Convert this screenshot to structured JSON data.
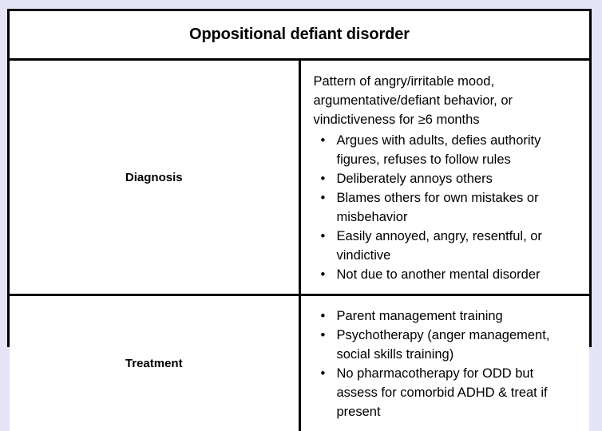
{
  "page": {
    "background_color": "#e4e4f6",
    "border_color": "#000000",
    "text_color": "#000000"
  },
  "table": {
    "title": "Oppositional defiant disorder",
    "rows": [
      {
        "label": "Diagnosis",
        "intro": "Pattern of angry/irritable mood, argumentative/defiant behavior, or vindictiveness for ≥6 months",
        "bullet_glyph": "•",
        "bullets": [
          "Argues with adults, defies authority figures, refuses to follow rules",
          "Deliberately annoys others",
          "Blames others for own mistakes or misbehavior",
          "Easily annoyed, angry, resentful, or vindictive",
          "Not due to another mental disorder"
        ]
      },
      {
        "label": "Treatment",
        "intro": "",
        "bullet_glyph": "•",
        "bullets": [
          "Parent management training",
          "Psychotherapy (anger management, social skills training)",
          "No pharmacotherapy for ODD but assess for comorbid ADHD & treat if present"
        ]
      }
    ]
  }
}
